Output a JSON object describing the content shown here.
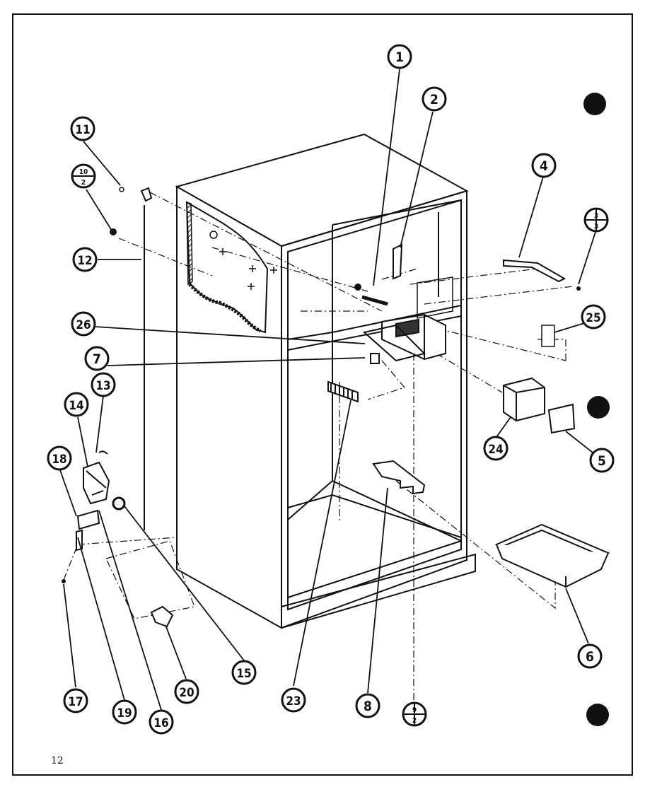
{
  "page_number": "12",
  "callouts": [
    {
      "id": "c1",
      "label": "1"
    },
    {
      "id": "c2",
      "label": "2"
    },
    {
      "id": "c4",
      "label": "4"
    },
    {
      "id": "c3_3",
      "label_top": "3",
      "label_bottom": "3"
    },
    {
      "id": "c25",
      "label": "25"
    },
    {
      "id": "c11",
      "label": "11"
    },
    {
      "id": "c10_2",
      "label_top": "10",
      "label_bottom": "2"
    },
    {
      "id": "c12",
      "label": "12"
    },
    {
      "id": "c26",
      "label": "26"
    },
    {
      "id": "c7",
      "label": "7"
    },
    {
      "id": "c13",
      "label": "13"
    },
    {
      "id": "c14",
      "label": "14"
    },
    {
      "id": "c18",
      "label": "18"
    },
    {
      "id": "c24",
      "label": "24"
    },
    {
      "id": "c5",
      "label": "5"
    },
    {
      "id": "c6",
      "label": "6"
    },
    {
      "id": "c15",
      "label": "15"
    },
    {
      "id": "c20",
      "label": "20"
    },
    {
      "id": "c23",
      "label": "23"
    },
    {
      "id": "c8",
      "label": "8"
    },
    {
      "id": "c9_2",
      "label_top": "9",
      "label_bottom": "2"
    },
    {
      "id": "c17",
      "label": "17"
    },
    {
      "id": "c19",
      "label": "19"
    },
    {
      "id": "c16",
      "label": "16"
    }
  ]
}
